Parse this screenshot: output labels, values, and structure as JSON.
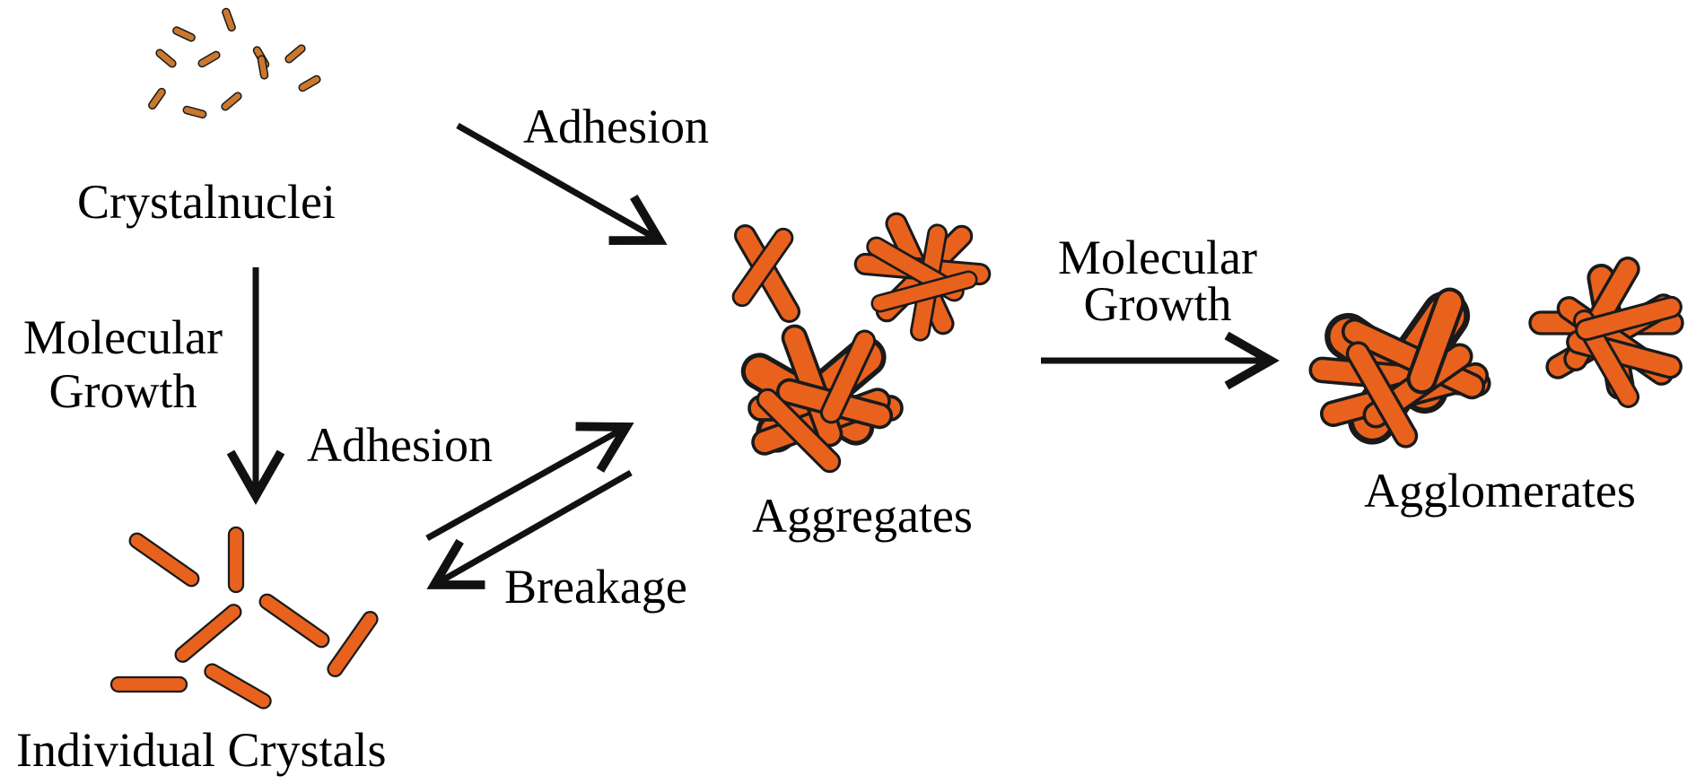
{
  "labels": {
    "crystal_nuclei": "Crystalnuclei",
    "molecular_growth_left_line1": "Molecular",
    "molecular_growth_left_line2": "Growth",
    "adhesion_top": "Adhesion",
    "adhesion_middle": "Adhesion",
    "breakage": "Breakage",
    "individual_crystals": "Individual Crystals",
    "aggregates": "Aggregates",
    "molecular_growth_right_line1": "Molecular",
    "molecular_growth_right_line2": "Growth",
    "agglomerates": "Agglomerates"
  },
  "colors": {
    "crystal_fill": "#E8621E",
    "nucleus_fill": "#C9782E",
    "outline": "#1a1a1a",
    "arrow": "#111111"
  }
}
